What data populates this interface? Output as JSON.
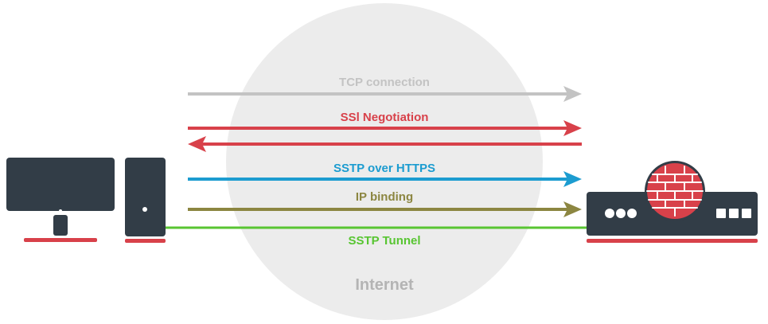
{
  "cloud_label": "Internet",
  "flows": [
    {
      "id": "tcp",
      "label": "TCP connection",
      "color": "#c3c3c3",
      "direction": "right"
    },
    {
      "id": "ssl",
      "label": "SSl Negotiation",
      "color": "#d8414a",
      "direction": "both"
    },
    {
      "id": "sstp",
      "label": "SSTP over HTTPS",
      "color": "#1c9cd0",
      "direction": "right"
    },
    {
      "id": "ip",
      "label": "IP binding",
      "color": "#8c8641",
      "direction": "right"
    },
    {
      "id": "tun",
      "label": "SSTP Tunnel",
      "color": "#58c532",
      "direction": "none"
    }
  ],
  "colors": {
    "device": "#323d47",
    "device_accent": "#d8414a",
    "cloud": "#ececec",
    "cloud_text": "#b4b4b4"
  },
  "icons": [
    "monitor-icon",
    "computer-tower-icon",
    "router-icon",
    "firewall-brick-icon"
  ]
}
